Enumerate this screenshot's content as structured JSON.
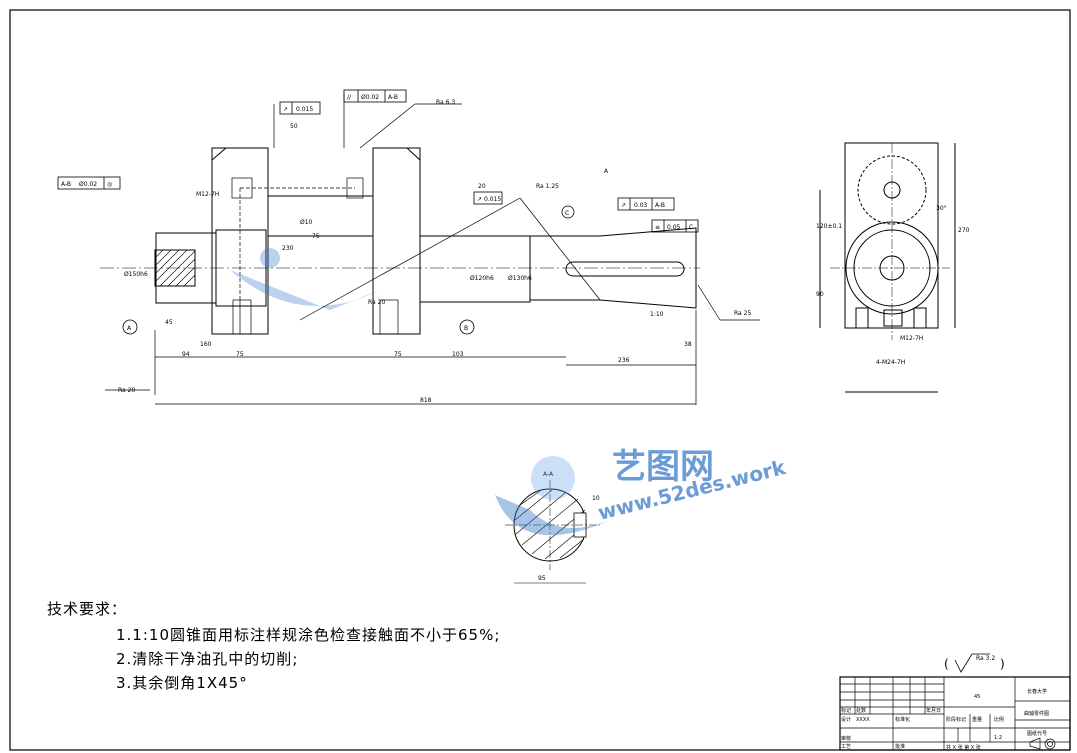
{
  "drawing": {
    "main_view": {
      "section_marks": [
        "A",
        "A",
        "B"
      ],
      "datum_labels": [
        "A",
        "B",
        "C"
      ],
      "tolerance_frames": [
        {
          "symbol": "↗",
          "value": "0.015"
        },
        {
          "symbol": "//",
          "value": "Ø0.02",
          "datum": "A-B"
        },
        {
          "symbol": "↗",
          "value": "0.015"
        },
        {
          "symbol": "↗",
          "value": "0.03",
          "datum": "A-B"
        },
        {
          "symbol": "≡",
          "value": "0.05",
          "datum": "C"
        },
        {
          "symbol": "◎",
          "value": "Ø0.02",
          "datum": "A-B"
        }
      ],
      "roughness": [
        "Ra 6.3",
        "Ra 1.25",
        "Ra 20",
        "Ra 20",
        "Ra 25"
      ],
      "dimensions": [
        "94",
        "75",
        "160",
        "45",
        "75",
        "103",
        "236",
        "38",
        "818",
        "230",
        "75",
        "Ø10",
        "Ø120h6",
        "Ø150h6",
        "Ø130h6",
        "1:10",
        "50",
        "20"
      ],
      "labels": [
        "M12-7H"
      ]
    },
    "side_view": {
      "dimensions": [
        "270",
        "120±0.1",
        "90",
        "4-M24-7H",
        "M12-7H",
        "30°"
      ]
    },
    "section_view": {
      "title": "A-A",
      "dimensions": [
        "10",
        "95"
      ]
    }
  },
  "watermark": {
    "cn": "艺图网",
    "url": "www.52des.work"
  },
  "tech_requirements": {
    "title": "技术要求：",
    "items": [
      "1.1:10圆锥面用标注样规涂色检查接触面不小于65%;",
      "2.清除干净油孔中的切削;",
      "3.其余倒角1X45°"
    ]
  },
  "surface_note": {
    "open": "(",
    "value": "Ra 3.2",
    "close": ")"
  },
  "title_block": {
    "school": "长春大学",
    "part_name": "曲轴零件图",
    "material": "45",
    "scale": "1:2",
    "sheet_info": "共 X 张   第 X 张",
    "drawing_no": "图纸代号",
    "labels": {
      "design": "设计",
      "review": "审核",
      "process": "工艺",
      "approve": "批准",
      "standard": "标准化",
      "mark": "标记",
      "count": "处数",
      "region": "分区",
      "change_doc": "更改文件号",
      "sign": "签名",
      "date": "年月日",
      "stage": "阶段标记",
      "weight": "重量",
      "ratio": "比例",
      "xxxx": "XXXX"
    }
  }
}
